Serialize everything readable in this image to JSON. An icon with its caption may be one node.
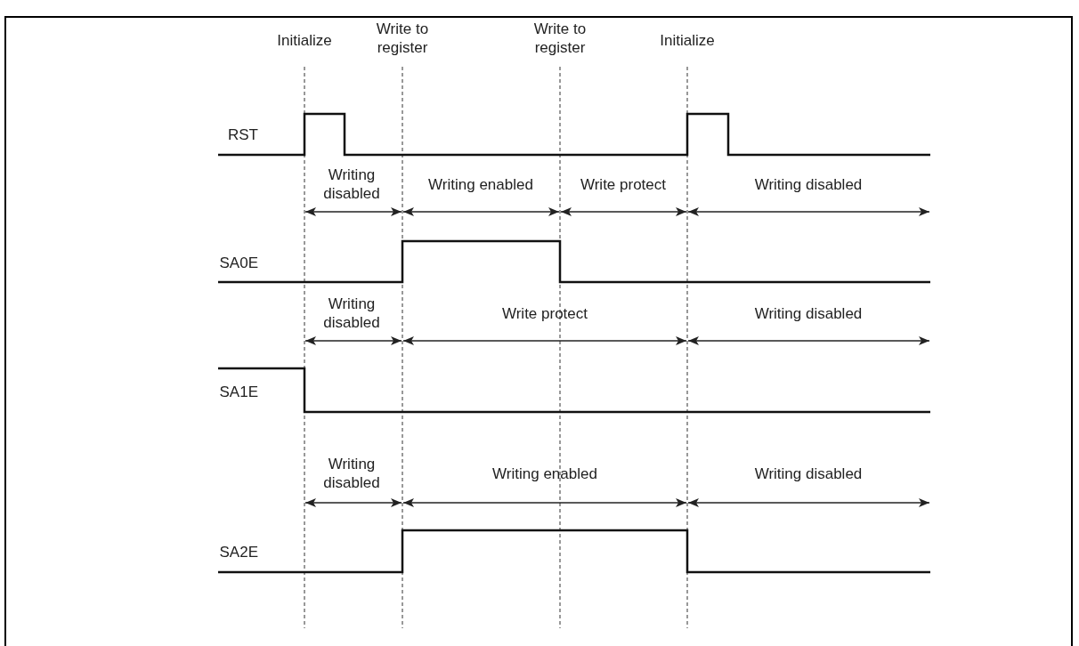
{
  "diagram": {
    "labels": [
      "Initialize",
      "Write to register",
      "Write to register",
      "Initialize",
      "RST",
      "Writing disabled",
      "Writing enabled",
      "Write protect",
      "Writing disabled",
      "SA0E",
      "Writing disabled",
      "Write protect",
      "Writing disabled",
      "SA1E",
      "Writing disabled",
      "Writing enabled",
      "Writing disabled",
      "SA2E"
    ]
  }
}
